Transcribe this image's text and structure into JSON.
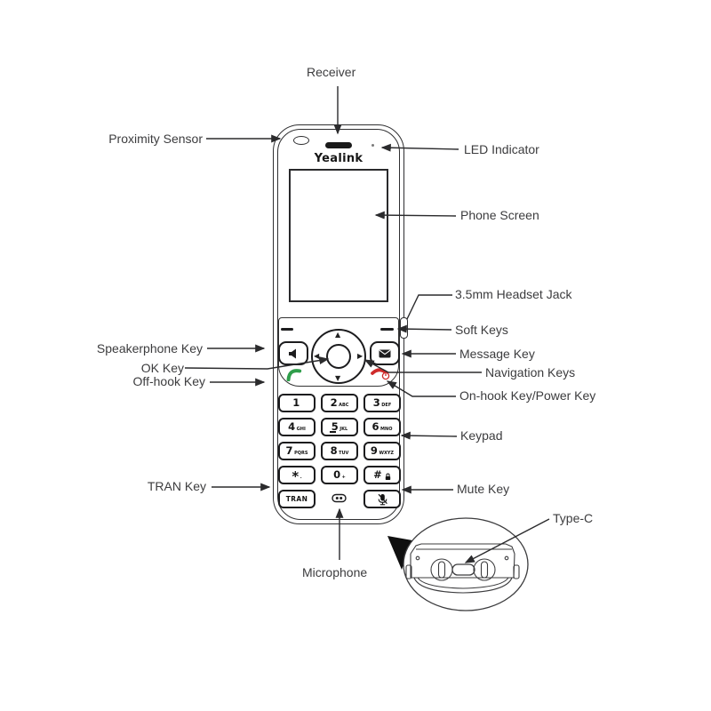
{
  "diagram": {
    "brand": "Yealink",
    "labels": {
      "receiver": "Receiver",
      "proximity_sensor": "Proximity Sensor",
      "led_indicator": "LED Indicator",
      "phone_screen": "Phone Screen",
      "headset_jack": "3.5mm Headset Jack",
      "soft_keys": "Soft Keys",
      "speakerphone_key": "Speakerphone Key",
      "message_key": "Message Key",
      "ok_key": "OK Key",
      "navigation_keys": "Navigation Keys",
      "off_hook_key": "Off-hook Key",
      "on_hook_key": "On-hook Key/Power Key",
      "keypad": "Keypad",
      "tran_key": "TRAN Key",
      "mute_key": "Mute Key",
      "microphone": "Microphone",
      "type_c": "Type-C"
    },
    "keypad": {
      "keys": [
        {
          "digit": "1",
          "letters": ""
        },
        {
          "digit": "2",
          "letters": "ABC"
        },
        {
          "digit": "3",
          "letters": "DEF"
        },
        {
          "digit": "4",
          "letters": "GHI"
        },
        {
          "digit": "5",
          "letters": "JKL"
        },
        {
          "digit": "6",
          "letters": "MNO"
        },
        {
          "digit": "7",
          "letters": "PQRS"
        },
        {
          "digit": "8",
          "letters": "TUV"
        },
        {
          "digit": "9",
          "letters": "WXYZ"
        },
        {
          "digit": "*",
          "letters": "."
        },
        {
          "digit": "0",
          "letters": "+"
        },
        {
          "digit": "#",
          "letters": ""
        }
      ],
      "tran_label": "TRAN"
    },
    "icons": {
      "speakerphone_key": "speaker-icon",
      "message_key": "envelope-icon",
      "off_hook_key": "green-handset-icon",
      "on_hook_key": "red-handset-power-icon",
      "mute_key": "mic-muted-icon",
      "hash_key": "lock-icon",
      "microphone": "mic-hole-icon",
      "nav_up": "▲",
      "nav_down": "▼",
      "nav_left": "◀",
      "nav_right": "▶"
    },
    "colors": {
      "outline": "#2f2f31",
      "label_text": "#3c3c3e",
      "off_hook_green": "#2f9e4b",
      "on_hook_red": "#cf2b2b",
      "receiver_fill": "#1a1a1a"
    }
  }
}
